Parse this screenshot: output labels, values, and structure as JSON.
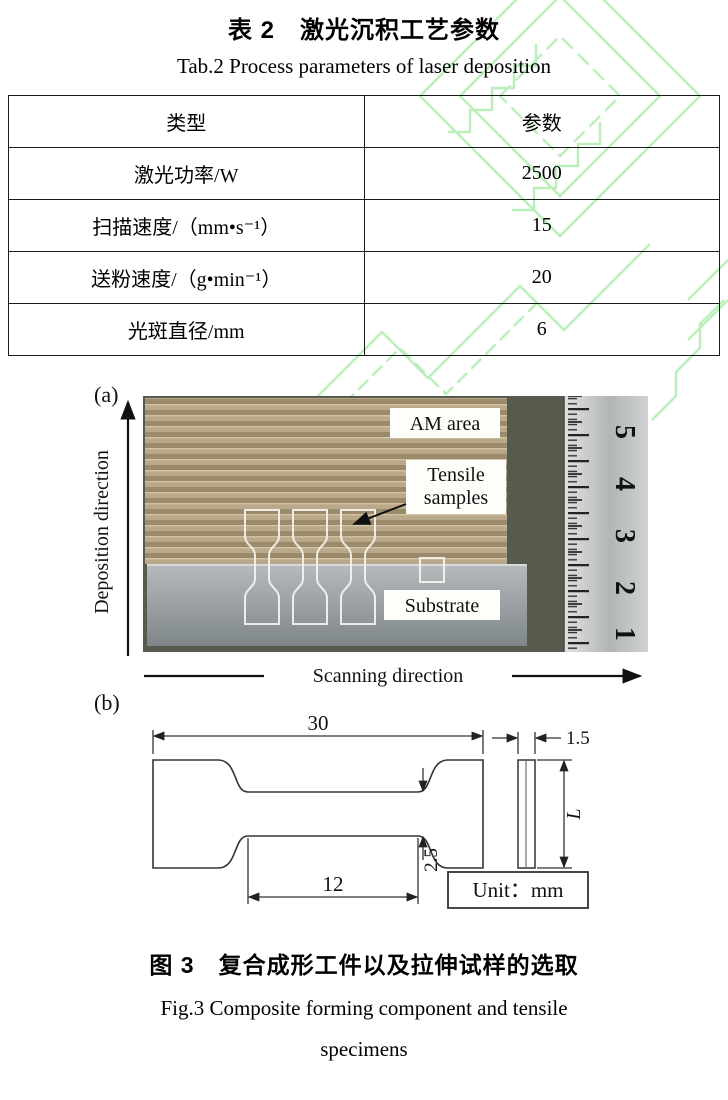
{
  "page": {
    "background": "#ffffff",
    "watermark_color": "#82e283"
  },
  "table_section": {
    "title_cn": "表 2　激光沉积工艺参数",
    "title_en": "Tab.2 Process parameters of laser deposition",
    "col_headers": [
      "类型",
      "参数"
    ],
    "rows": [
      {
        "label": "激光功率/W",
        "value": "2500"
      },
      {
        "label": "扫描速度/（mm•s⁻¹）",
        "value": "15"
      },
      {
        "label": "送粉速度/（g•min⁻¹）",
        "value": "20"
      },
      {
        "label": "光斑直径/mm",
        "value": "6"
      }
    ]
  },
  "figure": {
    "panel_a": {
      "label": "(a)",
      "y_axis_label": "Deposition direction",
      "x_axis_label": "Scanning direction",
      "am_area_label": "AM area",
      "tensile_label_line1": "Tensile",
      "tensile_label_line2": "samples",
      "substrate_label": "Substrate",
      "ruler_numbers": [
        "5",
        "4",
        "3",
        "2",
        "1"
      ]
    },
    "panel_b": {
      "label": "(b)",
      "dim_overall_length": "30",
      "dim_gauge_length": "12",
      "dim_gauge_width": "2.5",
      "dim_thickness": "1.5",
      "dim_height": "L",
      "unit_label": "Unit：mm"
    }
  },
  "caption": {
    "cn": "图 3　复合成形工件以及拉伸试样的选取",
    "en_line1": "Fig.3 Composite forming component and tensile",
    "en_line2": "specimens"
  }
}
